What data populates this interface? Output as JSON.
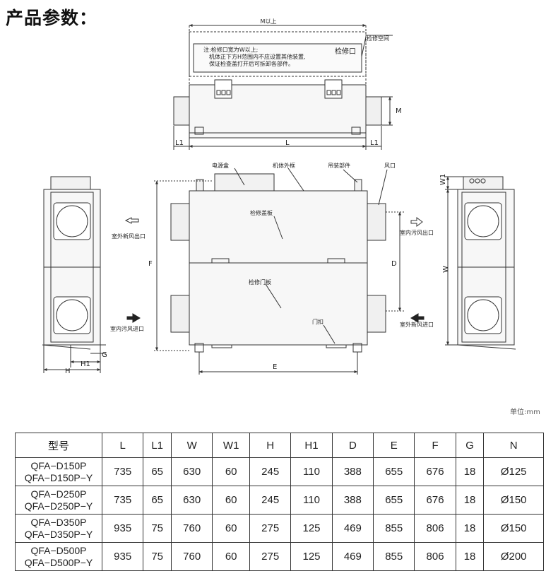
{
  "page_title": "产品参数：",
  "unit_label": "单位:mm",
  "drawing": {
    "top_view": {
      "dim_m": "M以上",
      "service_space": "检修空间",
      "note_lines": [
        "注:检修口宽为W以上;",
        "机体正下方H范围内不应设置其他装置,",
        "保证检查盖打开后可拆卸各部件。"
      ],
      "access_port": "检修口",
      "dim_l": "L",
      "dim_l1_left": "L1",
      "dim_l1_right": "L1",
      "dim_m_side": "M"
    },
    "front_view": {
      "electrical_box": "电源盒",
      "outer_frame": "机体外框",
      "hanger": "吊装部件",
      "air_port": "风口",
      "cover_panel": "检修盖板",
      "door_panel": "检修门板",
      "latch": "门扣",
      "dim_f": "F",
      "dim_d": "D",
      "dim_e": "E"
    },
    "left_view": {
      "outdoor_fresh_out": "室外新风出口",
      "indoor_exhaust_in": "室内污风进口",
      "dim_g": "G",
      "dim_h1": "H1",
      "dim_h": "H"
    },
    "right_view": {
      "indoor_exhaust_out": "室内污风出口",
      "outdoor_fresh_in": "室外新风进口",
      "dim_w1": "W1",
      "dim_w": "W"
    }
  },
  "spec_table": {
    "headers": [
      "型号",
      "L",
      "L1",
      "W",
      "W1",
      "H",
      "H1",
      "D",
      "E",
      "F",
      "G",
      "N"
    ],
    "rows": [
      {
        "model_1": "QFA−D150P",
        "model_2": "QFA−D150P−Y",
        "values": [
          "735",
          "65",
          "630",
          "60",
          "245",
          "110",
          "388",
          "655",
          "676",
          "18",
          "Ø125"
        ]
      },
      {
        "model_1": "QFA−D250P",
        "model_2": "QFA−D250P−Y",
        "values": [
          "735",
          "65",
          "630",
          "60",
          "245",
          "110",
          "388",
          "655",
          "676",
          "18",
          "Ø150"
        ]
      },
      {
        "model_1": "QFA−D350P",
        "model_2": "QFA−D350P−Y",
        "values": [
          "935",
          "75",
          "760",
          "60",
          "275",
          "125",
          "469",
          "855",
          "806",
          "18",
          "Ø150"
        ]
      },
      {
        "model_1": "QFA−D500P",
        "model_2": "QFA−D500P−Y",
        "values": [
          "935",
          "75",
          "760",
          "60",
          "275",
          "125",
          "469",
          "855",
          "806",
          "18",
          "Ø200"
        ]
      }
    ]
  }
}
